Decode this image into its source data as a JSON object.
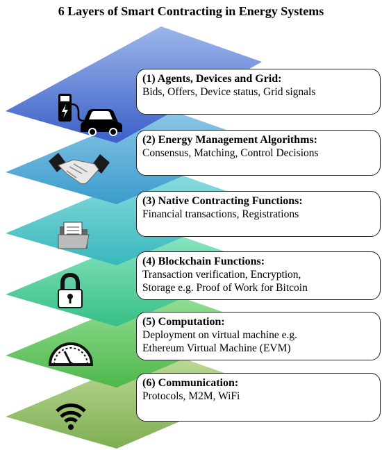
{
  "title": "6 Layers of Smart Contracting in Energy Systems",
  "layers": [
    {
      "heading": "(1) Agents, Devices and Grid:",
      "body": "Bids, Offers, Device status, Grid signals",
      "icon": "ev-charging-car-icon",
      "color_top": "#9db6ea",
      "color_bottom": "#3a5fc8"
    },
    {
      "heading": "(2) Energy Management Algorithms:",
      "body": "Consensus, Matching, Control Decisions",
      "icon": "handshake-icon",
      "color_top": "#8fc8e8",
      "color_bottom": "#3a9ccc"
    },
    {
      "heading": "(3) Native Contracting Functions:",
      "body": "Financial transactions, Registrations",
      "icon": "folder-documents-icon",
      "color_top": "#8fdde0",
      "color_bottom": "#38b8bc"
    },
    {
      "heading": "(4) Blockchain Functions:",
      "body": "Transaction verification, Encryption,\nStorage e.g. Proof of Work for Bitcoin",
      "icon": "padlock-icon",
      "color_top": "#8ee6c4",
      "color_bottom": "#38bf86"
    },
    {
      "heading": "(5) Computation:",
      "body": "Deployment on virtual machine e.g.\nEthereum Virtual Machine (EVM)",
      "icon": "speedometer-icon",
      "color_top": "#98e09a",
      "color_bottom": "#4fb84a"
    },
    {
      "heading": "(6)  Communication:",
      "body": "Protocols, M2M, WiFi",
      "icon": "wifi-icon",
      "color_top": "#c0dc9a",
      "color_bottom": "#7fae52"
    }
  ]
}
